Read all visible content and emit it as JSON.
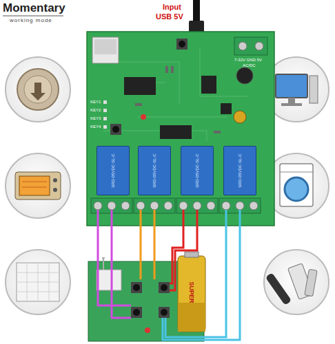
{
  "diagram": {
    "nodes": [
      {
        "text": [
          "SRD-05VDC-SL-C"
        ]
      },
      {
        "text": [
          "SRD-05VDC-SL-C"
        ]
      },
      {
        "text": [
          "SRD-05VDC-SL-C"
        ]
      },
      {
        "text": [
          "SRD-05VDC-SL-C"
        ]
      }
    ],
    "labels": [
      "Momentary",
      "working mode",
      "Input",
      "USB 5V",
      "KEY1",
      "KEY2",
      "KEY3",
      "KEY4",
      "7-32V GND 5V",
      "AC/DC",
      "SUPER"
    ]
  }
}
